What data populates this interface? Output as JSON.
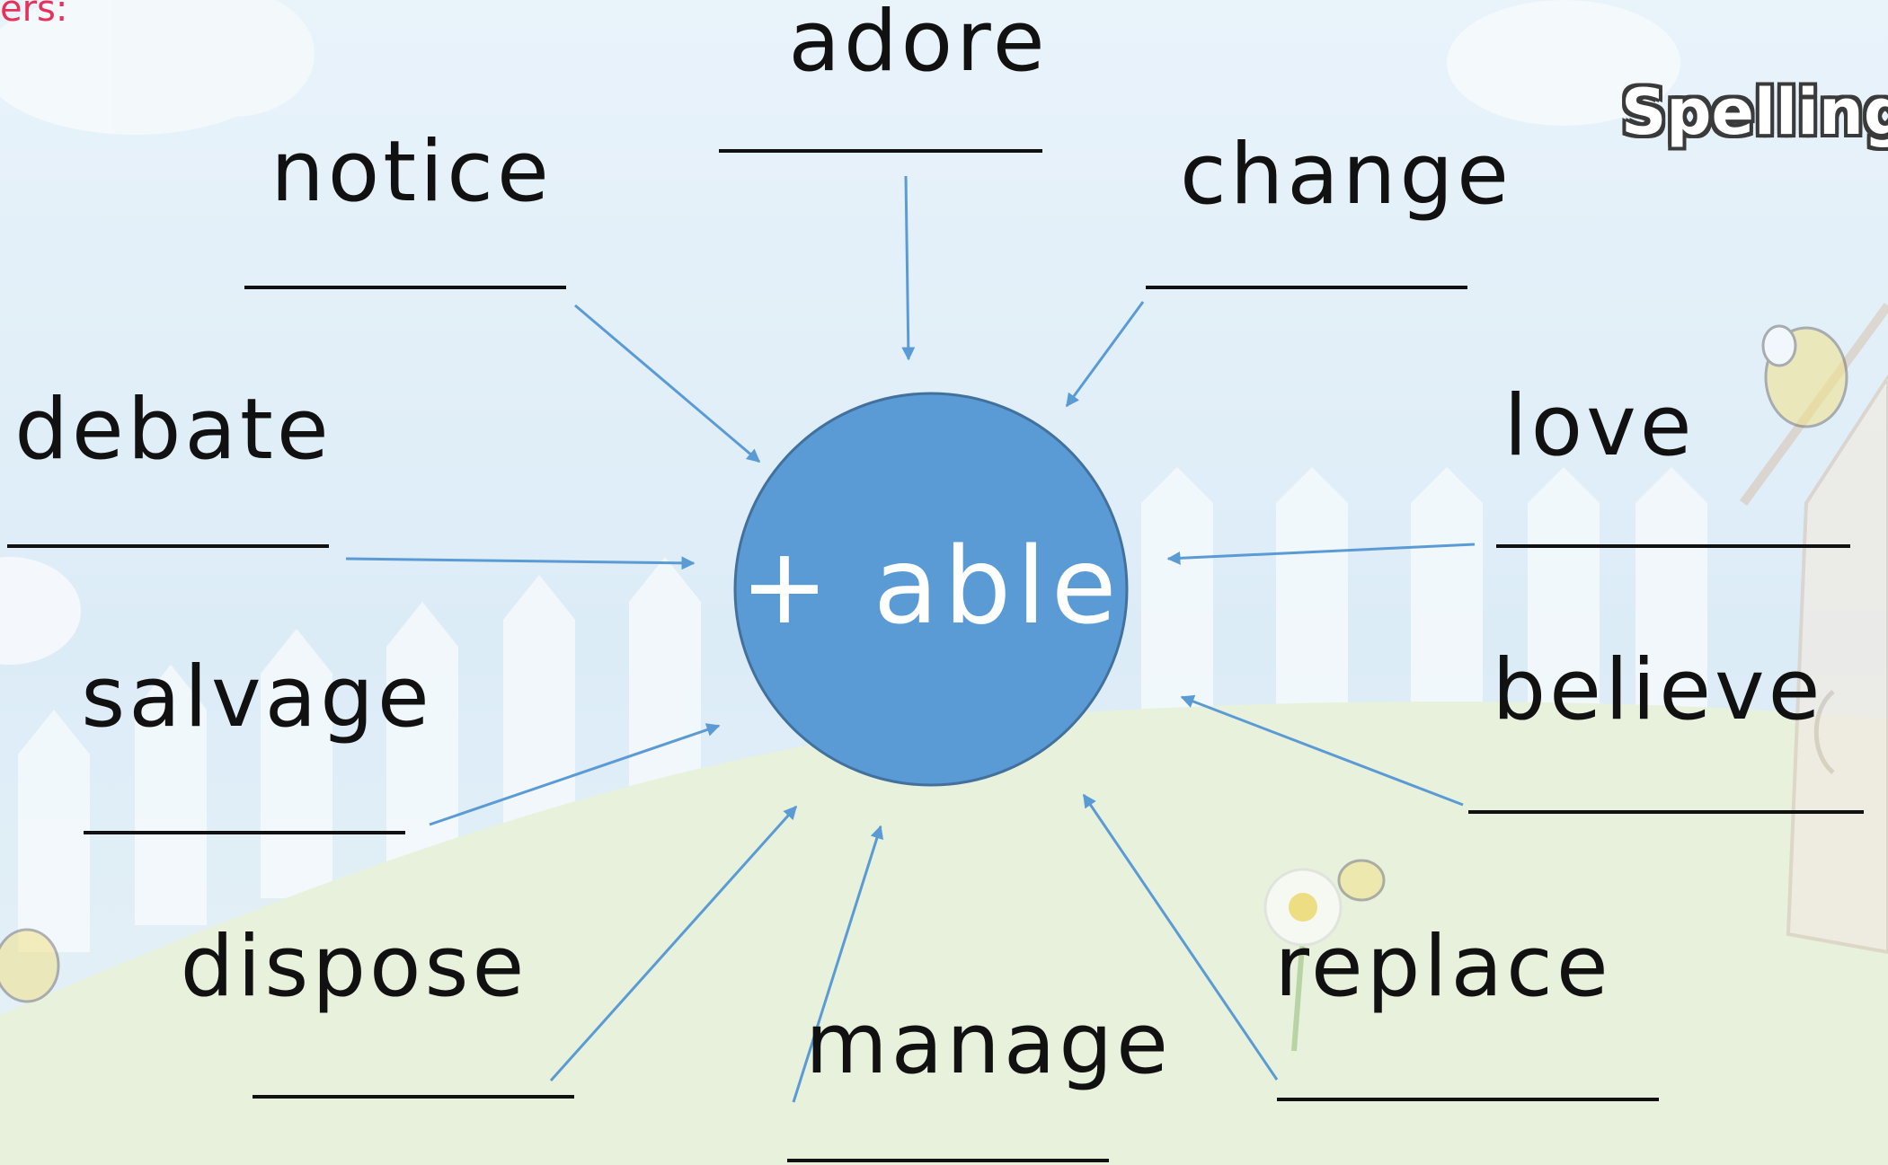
{
  "corner_text": "ers:",
  "logo_text": "Spelling S",
  "center": {
    "label": "+ able"
  },
  "words": [
    {
      "id": "adore",
      "text": "adore"
    },
    {
      "id": "notice",
      "text": "notice"
    },
    {
      "id": "change",
      "text": "change"
    },
    {
      "id": "debate",
      "text": "debate"
    },
    {
      "id": "love",
      "text": "love"
    },
    {
      "id": "salvage",
      "text": "salvage"
    },
    {
      "id": "believe",
      "text": "believe"
    },
    {
      "id": "dispose",
      "text": "dispose"
    },
    {
      "id": "replace",
      "text": "replace"
    },
    {
      "id": "manage",
      "text": "manage"
    }
  ],
  "colors": {
    "circle_fill": "#5b9bd5",
    "circle_stroke": "#41719c",
    "arrow": "#5b9bd5",
    "text": "#111111",
    "corner_text": "#e8305a"
  }
}
